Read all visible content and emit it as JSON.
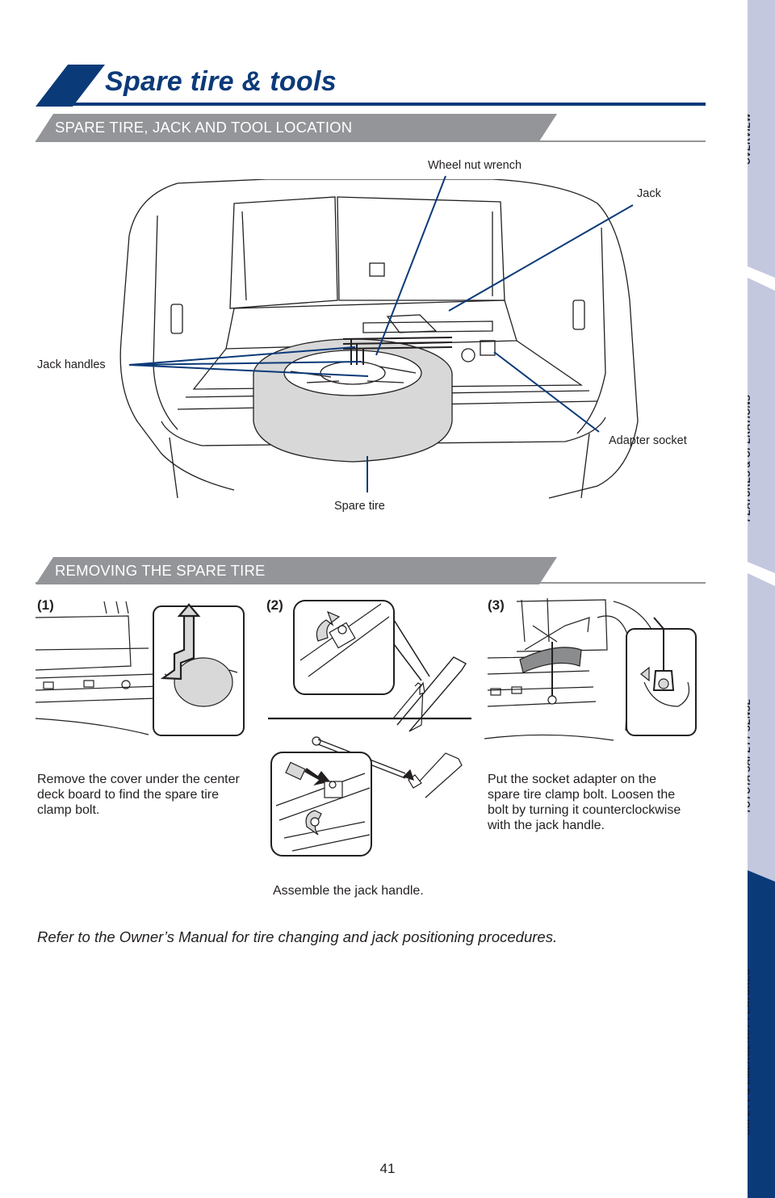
{
  "header": {
    "title": "Spare tire & tools"
  },
  "sections": {
    "location": {
      "heading": "SPARE TIRE, JACK AND TOOL LOCATION"
    },
    "removing": {
      "heading": "REMOVING THE SPARE TIRE"
    }
  },
  "callouts": {
    "wheel_nut_wrench": "Wheel nut wrench",
    "jack": "Jack",
    "jack_handles": "Jack handles",
    "adapter_socket": "Adapter socket",
    "spare_tire": "Spare tire"
  },
  "steps": [
    {
      "number": "(1)",
      "text": "Remove the cover under the center deck board to find the spare tire clamp bolt."
    },
    {
      "number": "(2)",
      "text": "Assemble the jack handle."
    },
    {
      "number": "(3)",
      "text": "Put the socket adapter on the spare tire clamp bolt. Loosen the bolt by turning it counterclockwise with the jack handle."
    }
  ],
  "note": "Refer to the Owner’s Manual for tire changing and jack positioning procedures.",
  "page_number": "41",
  "nav": {
    "tabs": [
      {
        "label": "OVERVIEW"
      },
      {
        "label": "FEATURES & OPERATIONS"
      },
      {
        "label": "TOYOTA SAFETY SENSE"
      },
      {
        "label": "SAFETY & EMERGENCY FEATURES"
      }
    ],
    "active_index": 3
  },
  "colors": {
    "brand_blue": "#0b3a79",
    "section_gray": "#939598",
    "nav_lavender": "#c3c8df",
    "tire_gray": "#d8d8d8"
  }
}
